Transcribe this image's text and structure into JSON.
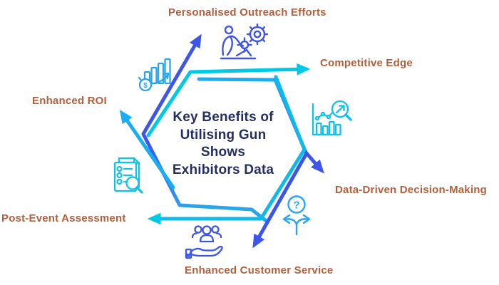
{
  "diagram": {
    "type": "hexagon-cycle-infographic",
    "title": {
      "lines": [
        "Key Benefits of",
        "Utilising Gun",
        "Shows",
        "Exhibitors Data"
      ]
    },
    "labels": [
      {
        "text": "Personalised Outreach Efforts",
        "icon": "person-gear-icon",
        "position": "top",
        "arrow_color": "royal-blue-gradient"
      },
      {
        "text": "Competitive Edge",
        "icon": "chart-magnifier-icon",
        "position": "top-right",
        "arrow_color": "teal"
      },
      {
        "text": "Data-Driven Decision-Making",
        "icon": "decision-paths-icon",
        "position": "bottom-right",
        "arrow_color": "royal-blue-gradient"
      },
      {
        "text": "Enhanced Customer Service",
        "icon": "hand-people-icon",
        "position": "bottom",
        "arrow_color": "royal-blue"
      },
      {
        "text": "Post-Event Assessment",
        "icon": "checklist-magnifier-icon",
        "position": "bottom-left",
        "arrow_color": "teal"
      },
      {
        "text": "Enhanced ROI",
        "icon": "roi-growth-icon",
        "position": "left",
        "arrow_color": "azure"
      }
    ],
    "glyphs": {
      "roi_symbol": "$",
      "decision_symbol": "?"
    },
    "colors": {
      "label_text": "#B2603C",
      "title_text": "#262F60",
      "teal": "#00C9E6",
      "azure": "#18AEF0",
      "royal_blue": "#3D55E8",
      "icon_cyan": "#0FC2E8",
      "icon_azure": "#2BA5EA",
      "icon_royal": "#4154E6",
      "background": "#FFFFFF"
    }
  }
}
